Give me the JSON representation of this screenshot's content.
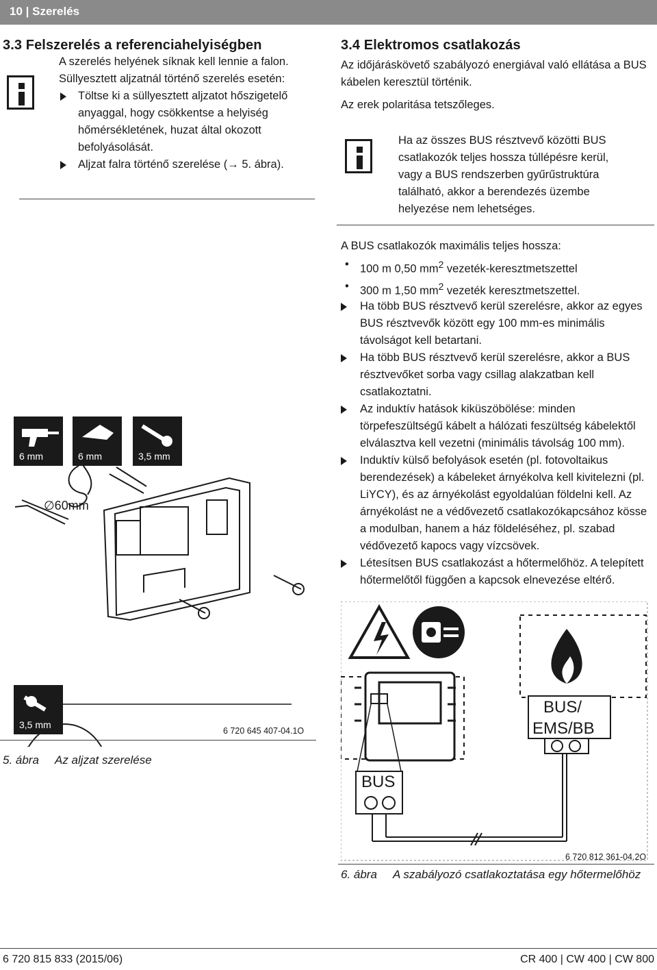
{
  "header": {
    "title": "10 | Szerelés"
  },
  "left": {
    "section_title": "3.3   Felszerelés a referenciahelyiségben",
    "info": {
      "line1": "A szerelés helyének síknak kell lennie a falon.",
      "line2": "Süllyesztett aljzatnál történő szerelés esetén:",
      "steps": [
        "Töltse ki a süllyesztett aljzatot hőszigetelő anyaggal, hogy csökkentse a helyiség hőmérsékletének, huzat által okozott befolyásolását.",
        "Aljzat falra történő szerelése (→ 5. ábra)."
      ]
    },
    "figure": {
      "tools": [
        "6 mm",
        "6 mm",
        "3,5 mm"
      ],
      "diameter": "∅60mm",
      "screw_label": "3,5 mm",
      "doc_number": "6 720 645 407-04.1O",
      "caption_num": "5. ábra",
      "caption_text": "Az aljzat szerelése"
    }
  },
  "right": {
    "section_title": "3.4   Elektromos csatlakozás",
    "para1": "Az időjáráskövető szabályozó energiával való ellátása a BUS kábelen keresztül történik.",
    "para2": "Az erek polaritása tetszőleges.",
    "info_note": "Ha az összes BUS résztvevő közötti BUS csatlakozók teljes hossza túllépésre kerül, vagy a BUS rendszerben gyűrűstruktúra található, akkor a berendezés üzembe helyezése nem lehetséges.",
    "max_length_intro": "A BUS csatlakozók maximális teljes hossza:",
    "bullets": [
      {
        "text": "100 m 0,50 mm",
        "sup": "2",
        "rest": " vezeték-keresztmetszettel"
      },
      {
        "text": "300 m 1,50 mm",
        "sup": "2",
        "rest": " vezeték keresztmetszettel."
      }
    ],
    "steps": [
      "Ha több BUS résztvevő kerül szerelésre, akkor az egyes BUS résztvevők között egy 100 mm-es minimális távolságot kell betartani.",
      "Ha több BUS résztvevő kerül szerelésre, akkor a BUS résztvevőket sorba vagy csillag alakzatban kell csatlakoztatni.",
      "Az induktív hatások kiküszöbölése: minden törpefeszültségű kábelt a hálózati feszültség kábelektől elválasztva kell vezetni (minimális távolság 100 mm).",
      "Induktív külső befolyások esetén (pl. fotovoltaikus berendezések) a kábeleket árnyékolva kell kivitelezni (pl. LiYCY), és az árnyékolást egyoldalúan földelni kell. Az árnyékolást ne a védővezető csatlakozókapcsához kösse a modulban, hanem a ház földeléséhez, pl. szabad védővezető kapocs vagy vízcsövek.",
      "Létesítsen BUS csatlakozást a hőtermelőhöz. A telepített hőtermelőtől függően a kapcsok elnevezése eltérő."
    ],
    "figure": {
      "bus_label": "BUS",
      "ems_label_1": "BUS/",
      "ems_label_2": "EMS/BB",
      "doc_number": "6 720 812 361-04.2O",
      "caption_num": "6. ábra",
      "caption_text": "A szabályozó csatlakoztatása egy hőtermelőhöz"
    }
  },
  "footer": {
    "left": "6 720 815 833 (2015/06)",
    "right": "CR 400 | CW 400 | CW 800"
  }
}
